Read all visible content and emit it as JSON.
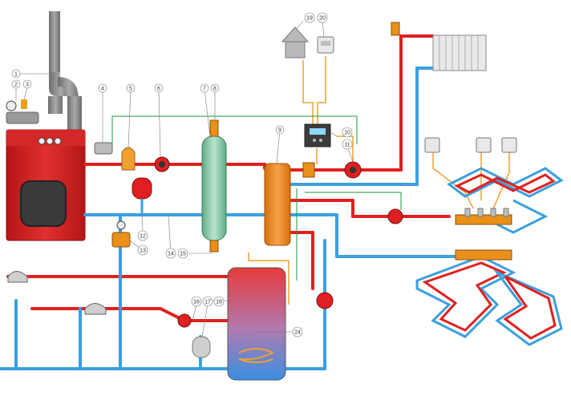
{
  "diagram": {
    "callouts": [
      {
        "id": "c1",
        "text": "1"
      },
      {
        "id": "c2",
        "text": "2"
      },
      {
        "id": "c3",
        "text": "3"
      },
      {
        "id": "c4",
        "text": "4"
      },
      {
        "id": "c5",
        "text": "5"
      },
      {
        "id": "c6",
        "text": "6"
      },
      {
        "id": "c7",
        "text": "7"
      },
      {
        "id": "c8",
        "text": "8"
      },
      {
        "id": "c9",
        "text": "9"
      },
      {
        "id": "c10",
        "text": "10"
      },
      {
        "id": "c11",
        "text": "11"
      },
      {
        "id": "c12",
        "text": "12"
      },
      {
        "id": "c13",
        "text": "13"
      },
      {
        "id": "c14",
        "text": "14"
      },
      {
        "id": "c15",
        "text": "15"
      },
      {
        "id": "c16",
        "text": "16"
      },
      {
        "id": "c17",
        "text": "17"
      },
      {
        "id": "c18",
        "text": "18"
      },
      {
        "id": "c19",
        "text": "19"
      },
      {
        "id": "c20",
        "text": "20"
      },
      {
        "id": "c24",
        "text": "24"
      }
    ],
    "colors": {
      "hot": "#e02020",
      "cold": "#3aa0e0",
      "control": "#f0a030",
      "green_line": "#1a9a3a",
      "boiler": "#cc1f1f",
      "chimney": "#8c8c8c",
      "brass": "#e8901a",
      "separator": "#7fc4a0",
      "collector": "#f08c1e"
    }
  }
}
